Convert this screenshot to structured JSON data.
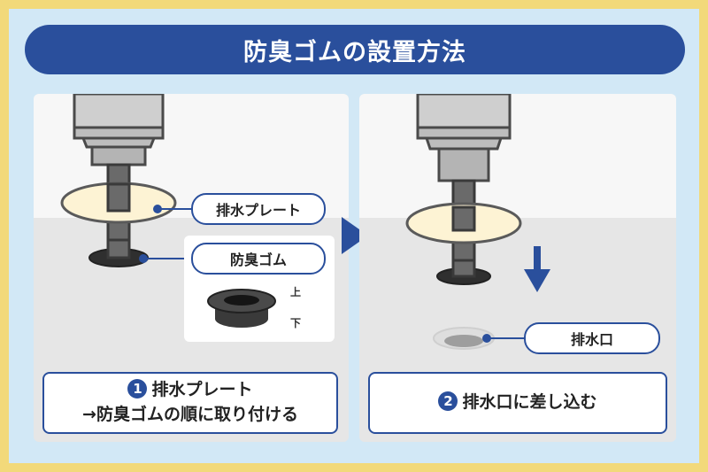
{
  "title": "防臭ゴムの設置方法",
  "labels": {
    "drain_plate": "排水プレート",
    "deodorizing_rubber": "防臭ゴム",
    "drain_outlet": "排水口"
  },
  "marks": {
    "top": "上",
    "bottom": "下"
  },
  "steps": [
    {
      "number": "1",
      "line1": "排水プレート",
      "line2": "→防臭ゴムの順に取り付ける"
    },
    {
      "number": "2",
      "line1": "排水口に差し込む"
    }
  ],
  "colors": {
    "frame": "#f2d97a",
    "background": "#d2e8f6",
    "accent": "#2a4f9c",
    "plate": "#fdf3d4",
    "rubber": "#2f2f2f"
  }
}
